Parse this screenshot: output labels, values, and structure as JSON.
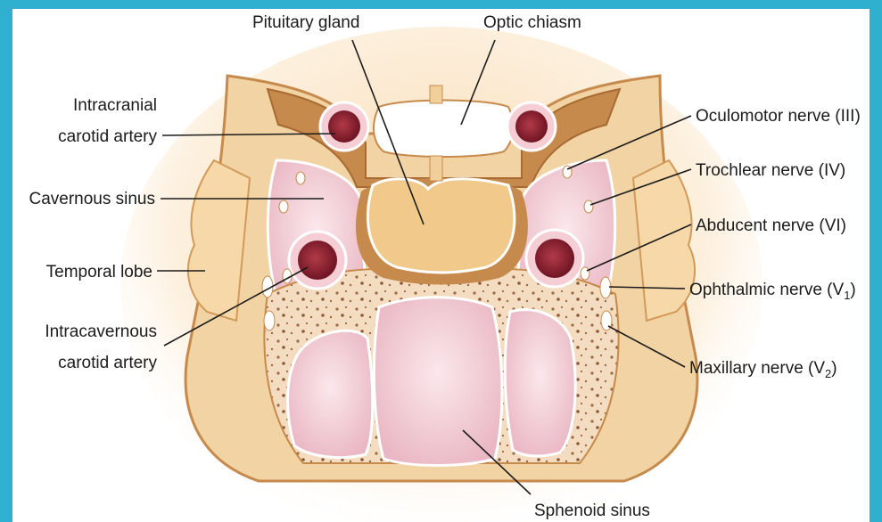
{
  "labels": {
    "pituitary_gland": "Pituitary gland",
    "optic_chiasm": "Optic chiasm",
    "intracranial_line1": "Intracranial",
    "intracranial_line2": "carotid artery",
    "cavernous_sinus": "Cavernous sinus",
    "temporal_lobe": "Temporal lobe",
    "intracavernous_line1": "Intracavernous",
    "intracavernous_line2": "carotid artery",
    "oculomotor": "Oculomotor nerve (III)",
    "trochlear": "Trochlear nerve (IV)",
    "abducent": "Abducent nerve (VI)",
    "ophthalmic": "Ophthalmic nerve (V",
    "ophthalmic_sub": "1",
    "maxillary": "Maxillary nerve (V",
    "maxillary_sub": "2",
    "close_paren": ")",
    "sphenoid_sinus": "Sphenoid sinus"
  },
  "colors": {
    "frame": "#2fb0cf",
    "background": "#ffffff",
    "dura": "#c68a4c",
    "dura_light": "#f0cf9a",
    "bone": "#f3dfc2",
    "sinus": "#f1c9d3",
    "sinus_inner": "#f7dde3",
    "artery": "#8e2030",
    "pituitary": "#f0c98b",
    "temporal_lobe": "#f7d8a8"
  }
}
